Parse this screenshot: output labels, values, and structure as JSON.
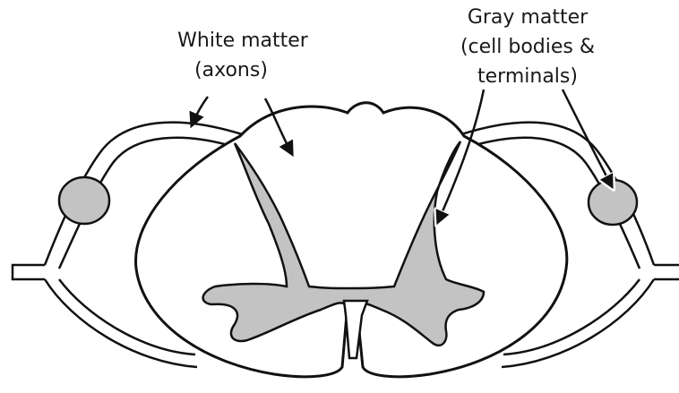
{
  "labels": {
    "white_matter": {
      "line1": "White matter",
      "line2": "(axons)"
    },
    "gray_matter": {
      "line1": "Gray matter",
      "line2": "(cell bodies &",
      "line3": "terminals)"
    }
  },
  "colors": {
    "outline": "#111111",
    "gray_matter_fill": "#c3c3c3",
    "white_matter_fill": "#ffffff",
    "arrow": "#111111"
  }
}
